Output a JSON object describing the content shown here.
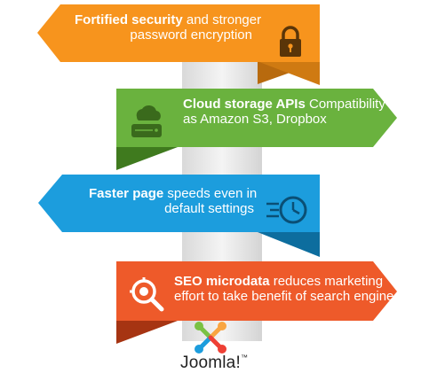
{
  "colors": {
    "orange": "#f7941d",
    "orange_dark": "#b86a0e",
    "green": "#6ab23e",
    "green_dark": "#3f7a1e",
    "blue": "#1c9ddd",
    "blue_dark": "#0d6d9e",
    "red": "#ee5a2a",
    "red_dark": "#a63412",
    "pole": "#e8e8e8"
  },
  "banners": [
    {
      "bold": "Fortified security",
      "rest_line1": " and stronger",
      "line2": "password encryption",
      "icon": "lock-icon"
    },
    {
      "bold": "Cloud storage APIs",
      "rest_line1": " Compatibility",
      "line2": "as Amazon S3, Dropbox",
      "icon": "cloud-storage-icon"
    },
    {
      "bold": "Faster page",
      "rest_line1": " speeds even in",
      "line2": "default settings",
      "icon": "speed-clock-icon"
    },
    {
      "bold": "SEO microdata",
      "rest_line1": " reduces marketing",
      "line2": "effort to take benefit of search engine",
      "icon": "search-gear-icon"
    }
  ],
  "logo": {
    "text": "Joomla!",
    "mark": "™"
  }
}
